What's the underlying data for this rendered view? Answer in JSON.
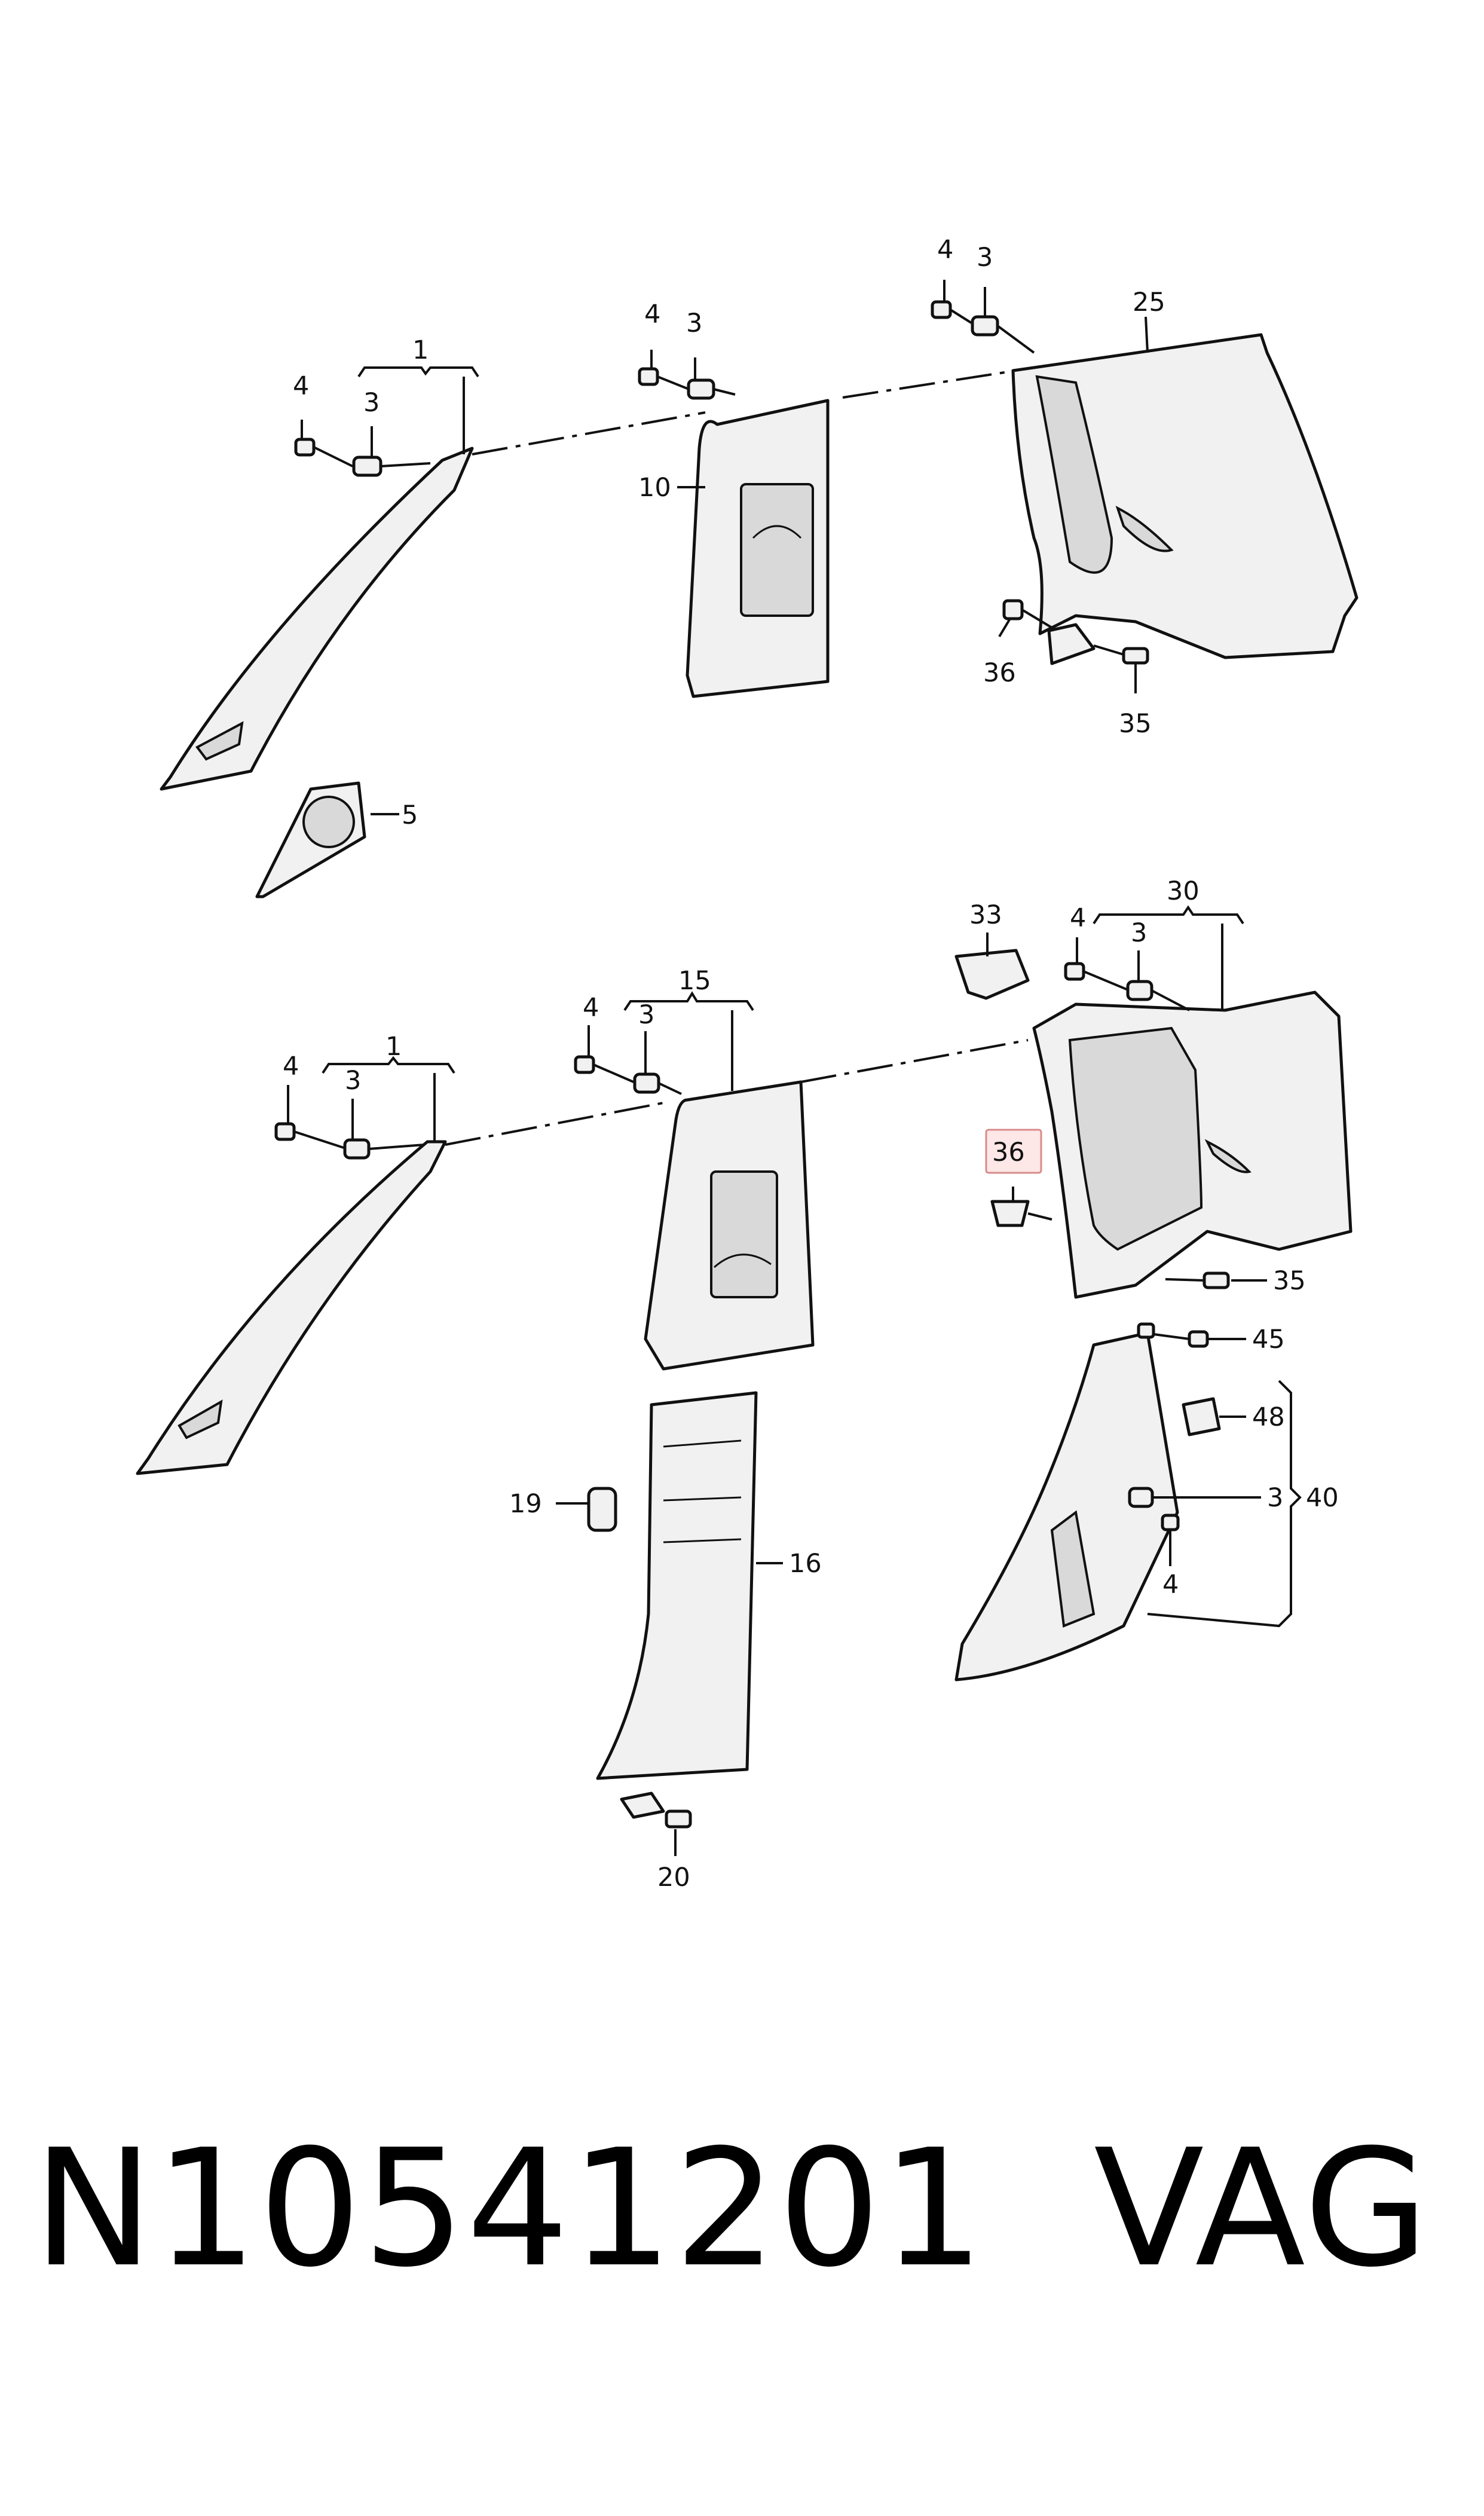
{
  "diagram": {
    "callouts": {
      "c1_top": "1",
      "c3_top_a": "3",
      "c4_top_a": "4",
      "c5": "5",
      "c4_top_b": "4",
      "c3_top_b": "3",
      "c10": "10",
      "c4_top_c": "4",
      "c3_top_c": "3",
      "c25": "25",
      "c36_top": "36",
      "c35_top": "35",
      "c1_bot": "1",
      "c4_bot_a": "4",
      "c3_bot_a": "3",
      "c15": "15",
      "c4_bot_b": "4",
      "c3_bot_b": "3",
      "c33": "33",
      "c4_bot_c": "4",
      "c3_bot_c": "3",
      "c30": "30",
      "c36_bot": "36",
      "c35_bot": "35",
      "c45": "45",
      "c48": "48",
      "c3_group": "3",
      "c40": "40",
      "c4_group": "4",
      "c19": "19",
      "c16": "16",
      "c20": "20"
    },
    "highlighted_callout": "36",
    "highlight_color": "#fde7e7"
  },
  "footer": {
    "part_number": "N10541201",
    "brand": "VAG"
  }
}
